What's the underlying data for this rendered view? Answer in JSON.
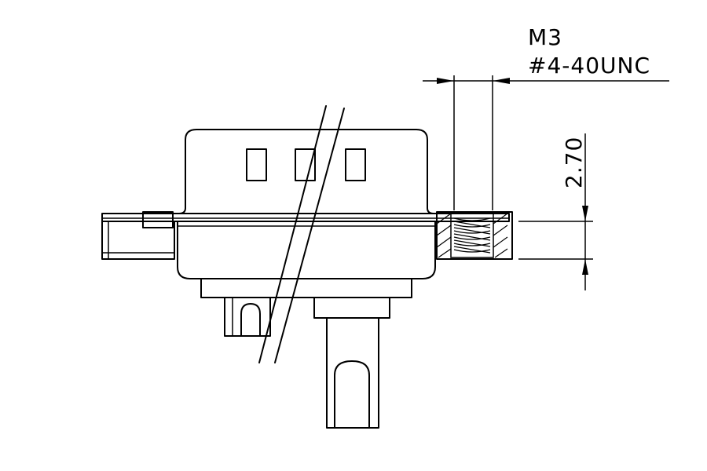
{
  "thread_spec": {
    "metric": "M3",
    "imperial": "#4-40UNC"
  },
  "dimension": {
    "value": "2.70"
  },
  "colors": {
    "line": "#000000",
    "background": "#ffffff"
  }
}
